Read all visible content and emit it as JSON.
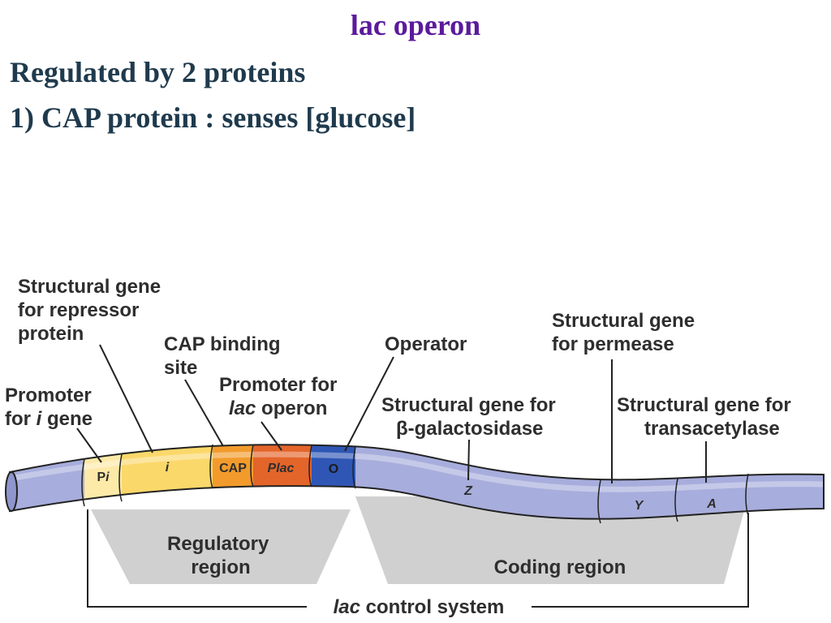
{
  "slide": {
    "title": "lac operon",
    "bullets": [
      "Regulated by 2 proteins",
      "1) CAP protein : senses [glucose]"
    ]
  },
  "diagram": {
    "labels": {
      "structural_gene_repressor": [
        "Structural gene",
        "for repressor",
        "protein"
      ],
      "cap_binding_site": [
        "CAP binding",
        "site"
      ],
      "promoter_i_gene": [
        "Promoter",
        "for ",
        "i",
        " gene"
      ],
      "promoter_lac": [
        "Promoter for",
        "lac",
        " operon"
      ],
      "operator": "Operator",
      "gene_permease": [
        "Structural gene",
        "for permease"
      ],
      "gene_galactosidase": [
        "Structural gene for",
        "β-galactosidase"
      ],
      "gene_transacetylase": [
        "Structural gene for",
        "transacetylase"
      ],
      "regulatory_region": [
        "Regulatory",
        "region"
      ],
      "coding_region": "Coding region",
      "control_system": [
        "lac",
        " control system"
      ]
    },
    "segments": {
      "pi": "Pi",
      "i": "i",
      "cap": "CAP",
      "plac": "Plac",
      "o": "O",
      "z": "Z",
      "y": "Y",
      "a": "A"
    },
    "colors": {
      "dna_blue": "#a7addc",
      "pale_yellow": "#fde9a6",
      "yellow": "#fbd86a",
      "cap_orange": "#f29b2c",
      "plac_orange": "#e4652a",
      "operator_blue": "#2f56b5",
      "region_gray": "#cfcfcf"
    }
  }
}
